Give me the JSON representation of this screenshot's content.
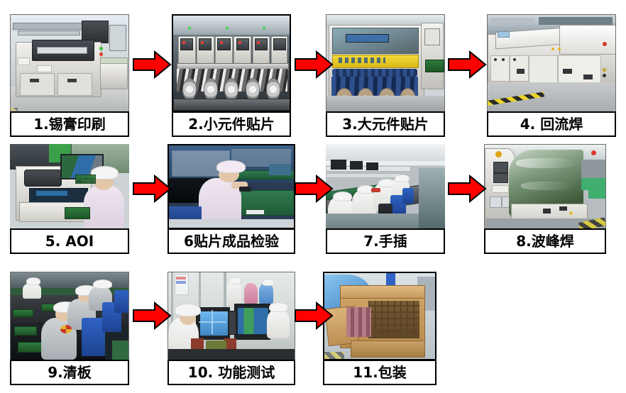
{
  "diagram": {
    "title": "SMT Production Process Flow",
    "arrow_color": "#FF0000",
    "arrow_outline_color": "#000000",
    "label_border_color": "#000000",
    "label_background": "#FFFFFF",
    "background": "#FFFFFF",
    "rows": 3,
    "step_count": 11
  },
  "steps": [
    {
      "number": "1.",
      "name": "锡膏印刷",
      "label": "1.锡膏印刷",
      "icon": "solder-paste-printer-photo"
    },
    {
      "number": "2.",
      "name": "小元件贴片",
      "label": "2.小元件贴片",
      "icon": "small-component-placement-photo"
    },
    {
      "number": "3.",
      "name": "大元件贴片",
      "label": "3.大元件贴片",
      "icon": "large-component-placement-photo"
    },
    {
      "number": "4. ",
      "name": "回流焊",
      "label": "4. 回流焊",
      "icon": "reflow-oven-photo"
    },
    {
      "number": "5. ",
      "name": "AOI",
      "label": "5. AOI",
      "icon": "aoi-inspection-photo"
    },
    {
      "number": "6",
      "name": "贴片成品检验",
      "label": "6贴片成品检验",
      "icon": "smt-finished-inspection-photo"
    },
    {
      "number": "7.",
      "name": "手插",
      "label": "7.手插",
      "icon": "manual-insertion-photo"
    },
    {
      "number": "8.",
      "name": "波峰焊",
      "label": "8.波峰焊",
      "icon": "wave-soldering-photo"
    },
    {
      "number": "9.",
      "name": "清板",
      "label": "9.清板",
      "icon": "board-cleaning-photo"
    },
    {
      "number": "10. ",
      "name": "功能测试",
      "label": "10. 功能测试",
      "icon": "functional-test-photo"
    },
    {
      "number": "11.",
      "name": "包装",
      "label": "11.包装",
      "icon": "packaging-photo"
    }
  ],
  "arrows": [
    {
      "from": "1",
      "to": "2",
      "direction": "right"
    },
    {
      "from": "2",
      "to": "3",
      "direction": "right"
    },
    {
      "from": "3",
      "to": "4",
      "direction": "right"
    },
    {
      "from": "5",
      "to": "6",
      "direction": "right"
    },
    {
      "from": "6",
      "to": "7",
      "direction": "right"
    },
    {
      "from": "7",
      "to": "8",
      "direction": "right"
    },
    {
      "from": "9",
      "to": "10",
      "direction": "right"
    },
    {
      "from": "10",
      "to": "11",
      "direction": "right"
    }
  ]
}
